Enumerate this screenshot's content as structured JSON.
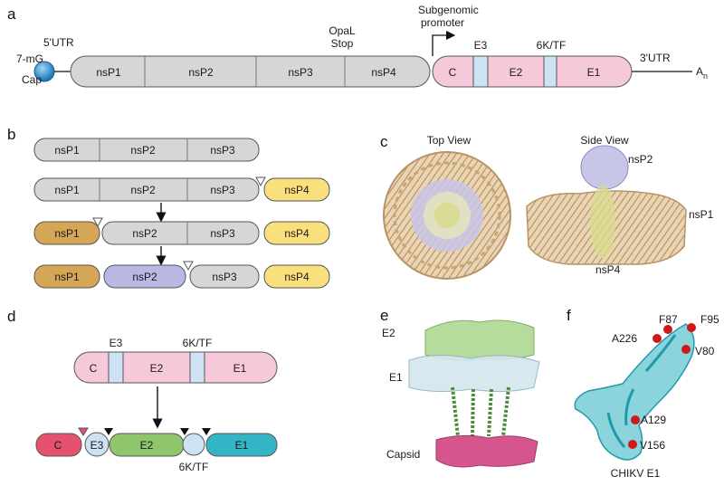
{
  "panels": {
    "a": "a",
    "b": "b",
    "c": "c",
    "d": "d",
    "e": "e",
    "f": "f"
  },
  "panel_a": {
    "cap": [
      "7-mG",
      "Cap"
    ],
    "utr5": "5'UTR",
    "nsps": [
      "nsP1",
      "nsP2",
      "nsP3",
      "nsP4"
    ],
    "opal": [
      "OpaL",
      "Stop"
    ],
    "promoter": [
      "Subgenomic",
      "promoter"
    ],
    "structural": {
      "C": "C",
      "E3": "E3",
      "E2": "E2",
      "TF": "6K/TF",
      "E1": "E1"
    },
    "utr3": "3'UTR",
    "polyA": "A",
    "polyA_sub": "n"
  },
  "panel_b": {
    "row1": [
      "nsP1",
      "nsP2",
      "nsP3"
    ],
    "row2": [
      "nsP1",
      "nsP2",
      "nsP3",
      "nsP4"
    ],
    "row3": [
      "nsP1",
      "nsP2",
      "nsP3",
      "nsP4"
    ],
    "row4": [
      "nsP1",
      "nsP2",
      "nsP3",
      "nsP4"
    ]
  },
  "panel_c": {
    "top_view": "Top View",
    "side_view": "Side View",
    "nsP2": "nsP2",
    "nsP1": "nsP1",
    "nsP4": "nsP4"
  },
  "panel_d": {
    "C": "C",
    "E3": "E3",
    "E2": "E2",
    "TF": "6K/TF",
    "E1": "E1"
  },
  "panel_e": {
    "E2": "E2",
    "E1": "E1",
    "capsid": "Capsid"
  },
  "panel_f": {
    "title": "CHIKV E1",
    "residues": [
      "F87",
      "F95",
      "A226",
      "V80",
      "A129",
      "V156"
    ]
  },
  "colors": {
    "gray": "#d6d6d6",
    "pink": "#f6c9da",
    "lightblue": "#cde3f3",
    "gold": "#d5a655",
    "lavender": "#b8b8e2",
    "yellow": "#f9e07a",
    "red": "#e4526f",
    "green": "#8fc56d",
    "cyan": "#33b5c6",
    "tan": "#d8b98a",
    "capblue": "#2f93cf"
  }
}
